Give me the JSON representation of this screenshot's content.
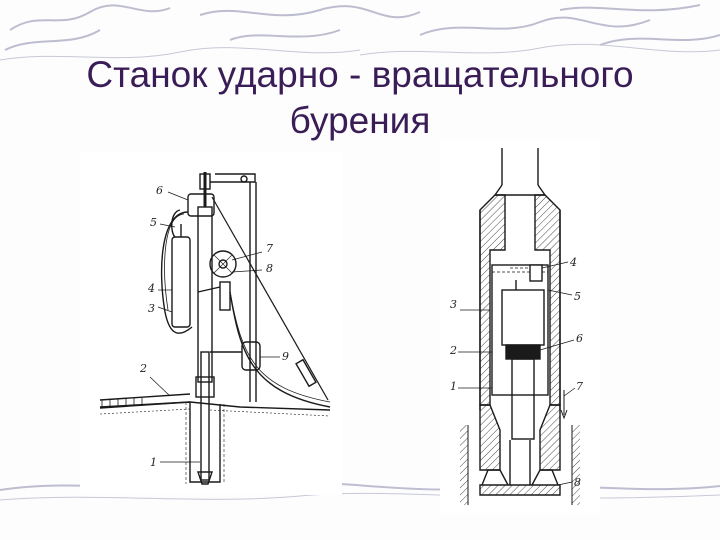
{
  "slide": {
    "title_line1": "Станок ударно - вращательного",
    "title_line2": "бурения"
  },
  "left_figure": {
    "labels": [
      "6",
      "5",
      "4",
      "3",
      "2",
      "1",
      "7",
      "8",
      "9"
    ]
  },
  "right_figure": {
    "labels": [
      "4",
      "5",
      "3",
      "6",
      "2",
      "1",
      "7",
      "8"
    ]
  },
  "colors": {
    "title": "#3a1d57",
    "background_wave": "#9a9ab4",
    "line_art": "#1a1a1a"
  }
}
